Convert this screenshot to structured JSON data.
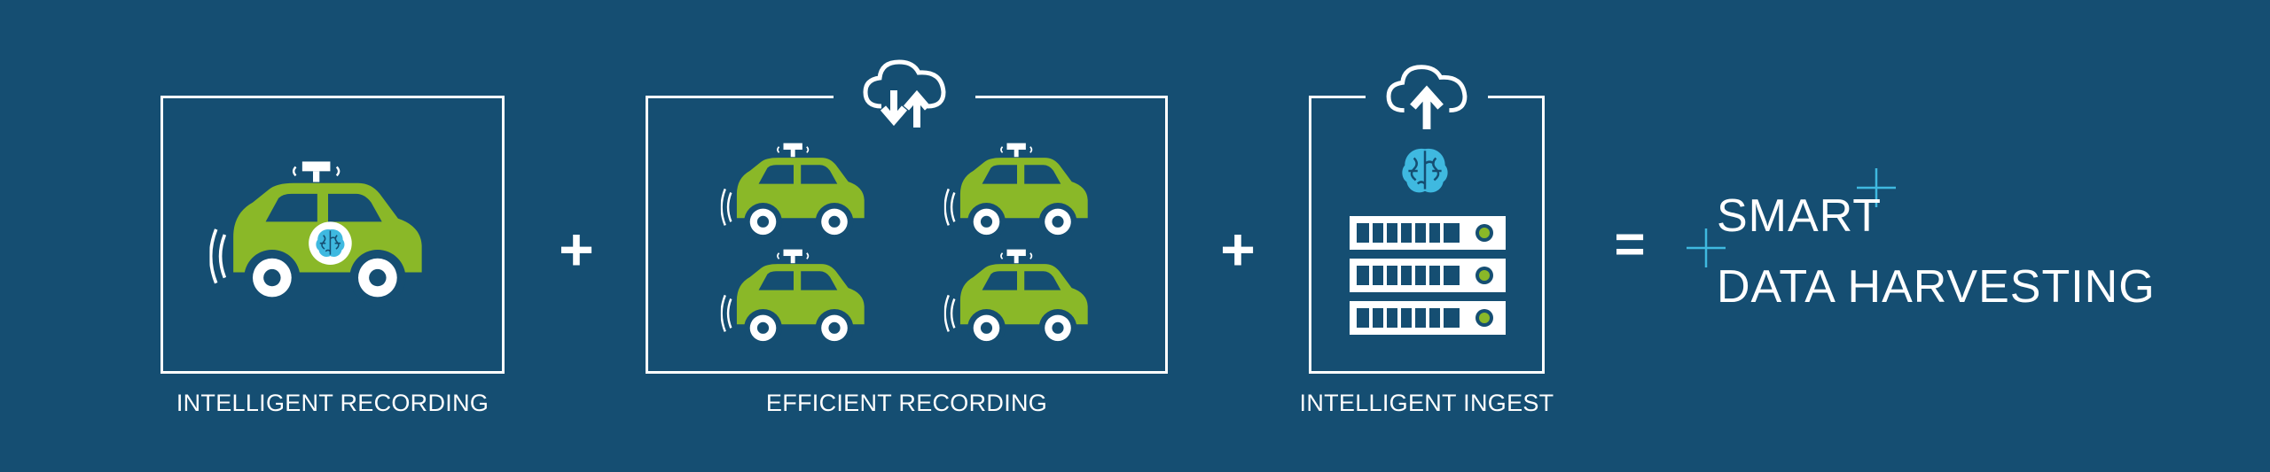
{
  "steps": [
    {
      "caption": "INTELLIGENT RECORDING",
      "icons": [
        "brain-car-icon"
      ]
    },
    {
      "caption": "EFFICIENT RECORDING",
      "icons": [
        "cloud-sync-icon",
        "car-icon",
        "car-icon",
        "car-icon",
        "car-icon"
      ]
    },
    {
      "caption": "INTELLIGENT INGEST",
      "icons": [
        "cloud-upload-icon",
        "brain-icon",
        "server-rack-icon"
      ]
    }
  ],
  "operators": {
    "plus_1": "+",
    "plus_2": "+",
    "equals": "="
  },
  "result": {
    "line1": "SMART",
    "line2": "DATA HARVESTING"
  },
  "colors": {
    "background": "#154e72",
    "car": "#8ab828",
    "accent": "#3fb9e0",
    "white": "#ffffff"
  }
}
